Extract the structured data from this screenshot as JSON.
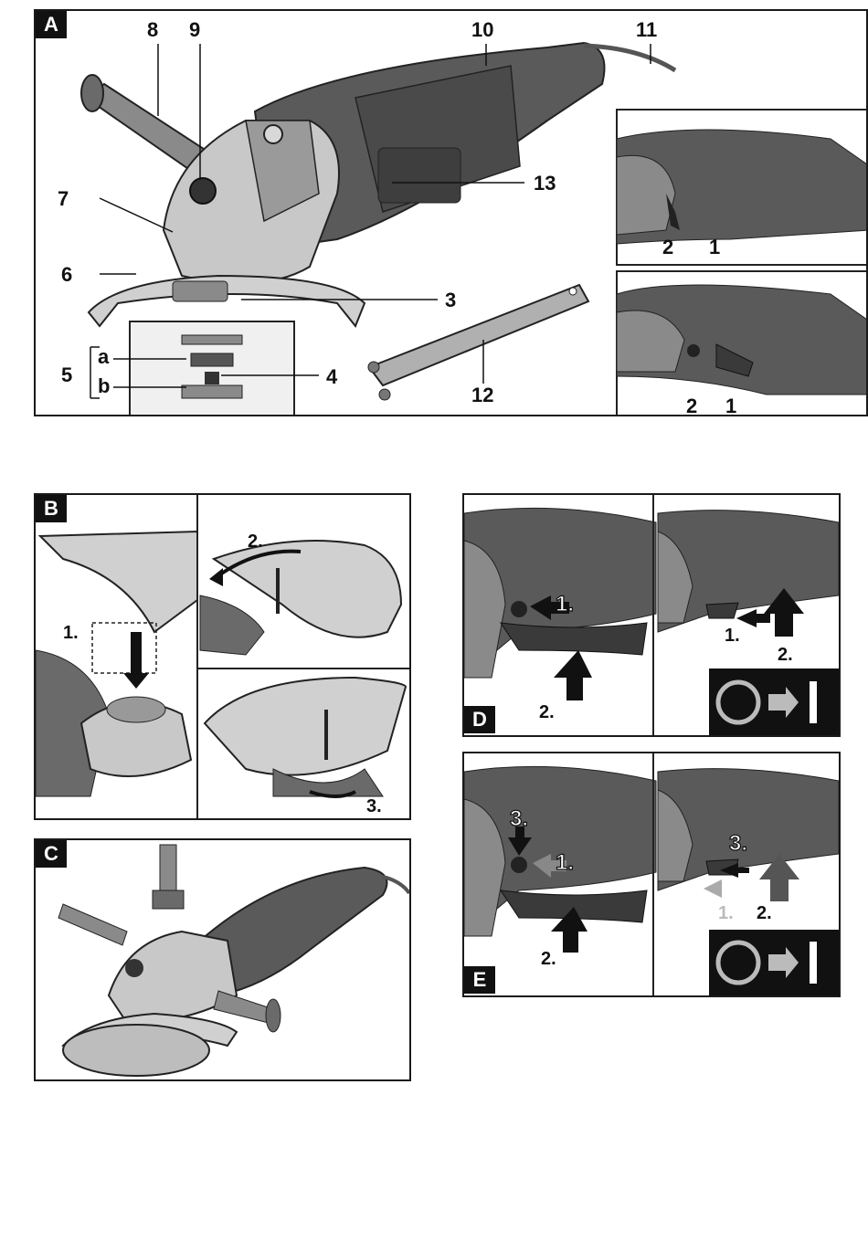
{
  "panel_a": {
    "tag": "A",
    "labels": {
      "l1": "1",
      "l2": "2",
      "l3": "3",
      "l4": "4",
      "l5": "5",
      "l6": "6",
      "l7": "7",
      "l8": "8",
      "l9": "9",
      "l10": "10",
      "l11": "11",
      "l12": "12",
      "l13": "13",
      "la": "a",
      "lb": "b"
    }
  },
  "panel_b": {
    "tag": "B",
    "step1": "1.",
    "step2": "2.",
    "step3": "3."
  },
  "panel_c": {
    "tag": "C"
  },
  "panel_d": {
    "tag": "D",
    "step1": "1.",
    "step2": "2."
  },
  "panel_e": {
    "tag": "E",
    "step1": "1.",
    "step2": "2.",
    "step3": "3."
  },
  "colors": {
    "frame": "#1a1a1a",
    "body_dark": "#5a5a5a",
    "body_mid": "#8a8a8a",
    "body_light": "#c8c8c8",
    "accent": "#111111"
  }
}
